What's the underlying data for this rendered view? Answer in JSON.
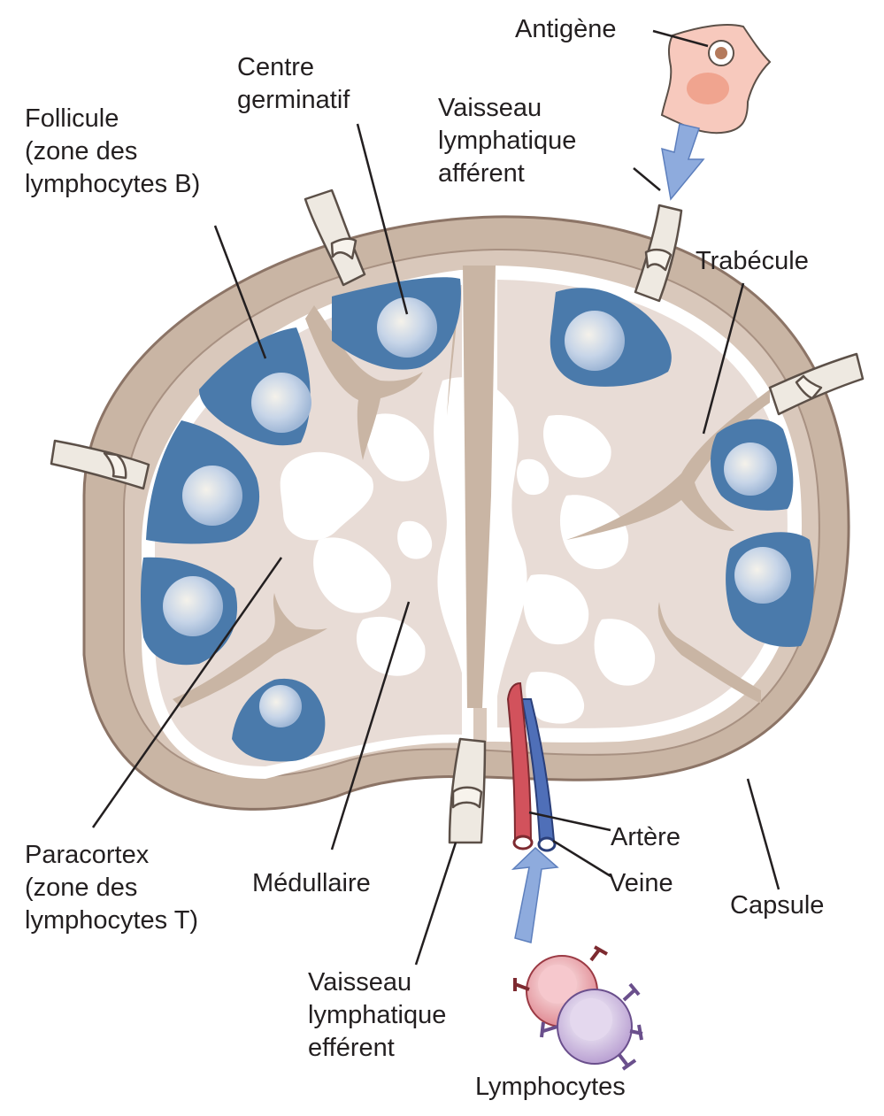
{
  "colors": {
    "capsule": "#c9b5a4",
    "capsule_edge": "#9c8577",
    "parenchyma": "#e8dcd6",
    "follicle": "#4a7aab",
    "germinal_center": "#c7d5e8",
    "medulla": "#ffffff",
    "artery": "#d2525c",
    "vein": "#4f6fb8",
    "arrow": "#8eabdd",
    "antigen_cell": "#f7c9bd",
    "antigen_nucleus": "#f0a48f",
    "lymphocyte_red": "#e79aa0",
    "lymphocyte_purple": "#c8b4dc",
    "label_line": "#231f20"
  },
  "icons": [
    "antigen-presenting-cell-icon",
    "afferent-vessel-icon",
    "efferent-vessel-icon",
    "lymphocytes-icon"
  ],
  "labels": {
    "antigene": "Antigène",
    "centre_germinatif": [
      "Centre",
      "germinatif"
    ],
    "vaisseau_afferent": [
      "Vaisseau",
      "lymphatique",
      "afférent"
    ],
    "follicule": [
      "Follicule",
      "(zone des",
      "lymphocytes B)"
    ],
    "trabecule": "Trabécule",
    "paracortex": [
      "Paracortex",
      "(zone des",
      "lymphocytes T)"
    ],
    "medullaire": "Médullaire",
    "artere": "Artère",
    "veine": "Veine",
    "capsule": "Capsule",
    "vaisseau_efferent": [
      "Vaisseau",
      "lymphatique",
      "efférent"
    ],
    "lymphocytes": "Lymphocytes"
  }
}
